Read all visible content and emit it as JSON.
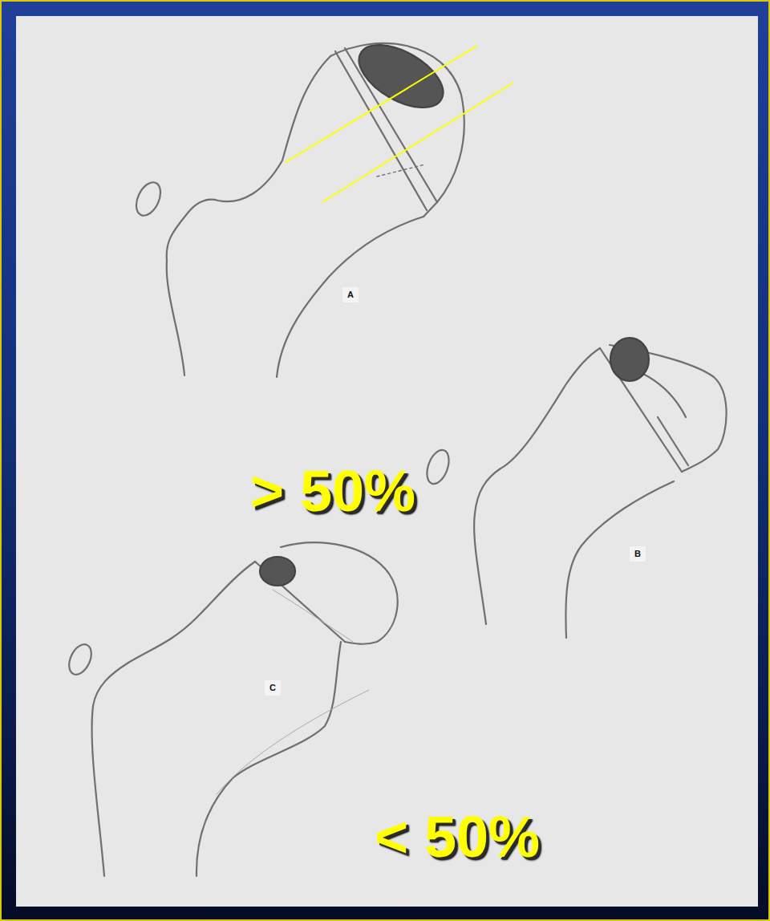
{
  "diagram": {
    "labels": [
      "A",
      "> 50%",
      "B",
      "C",
      "< 50%"
    ]
  }
}
